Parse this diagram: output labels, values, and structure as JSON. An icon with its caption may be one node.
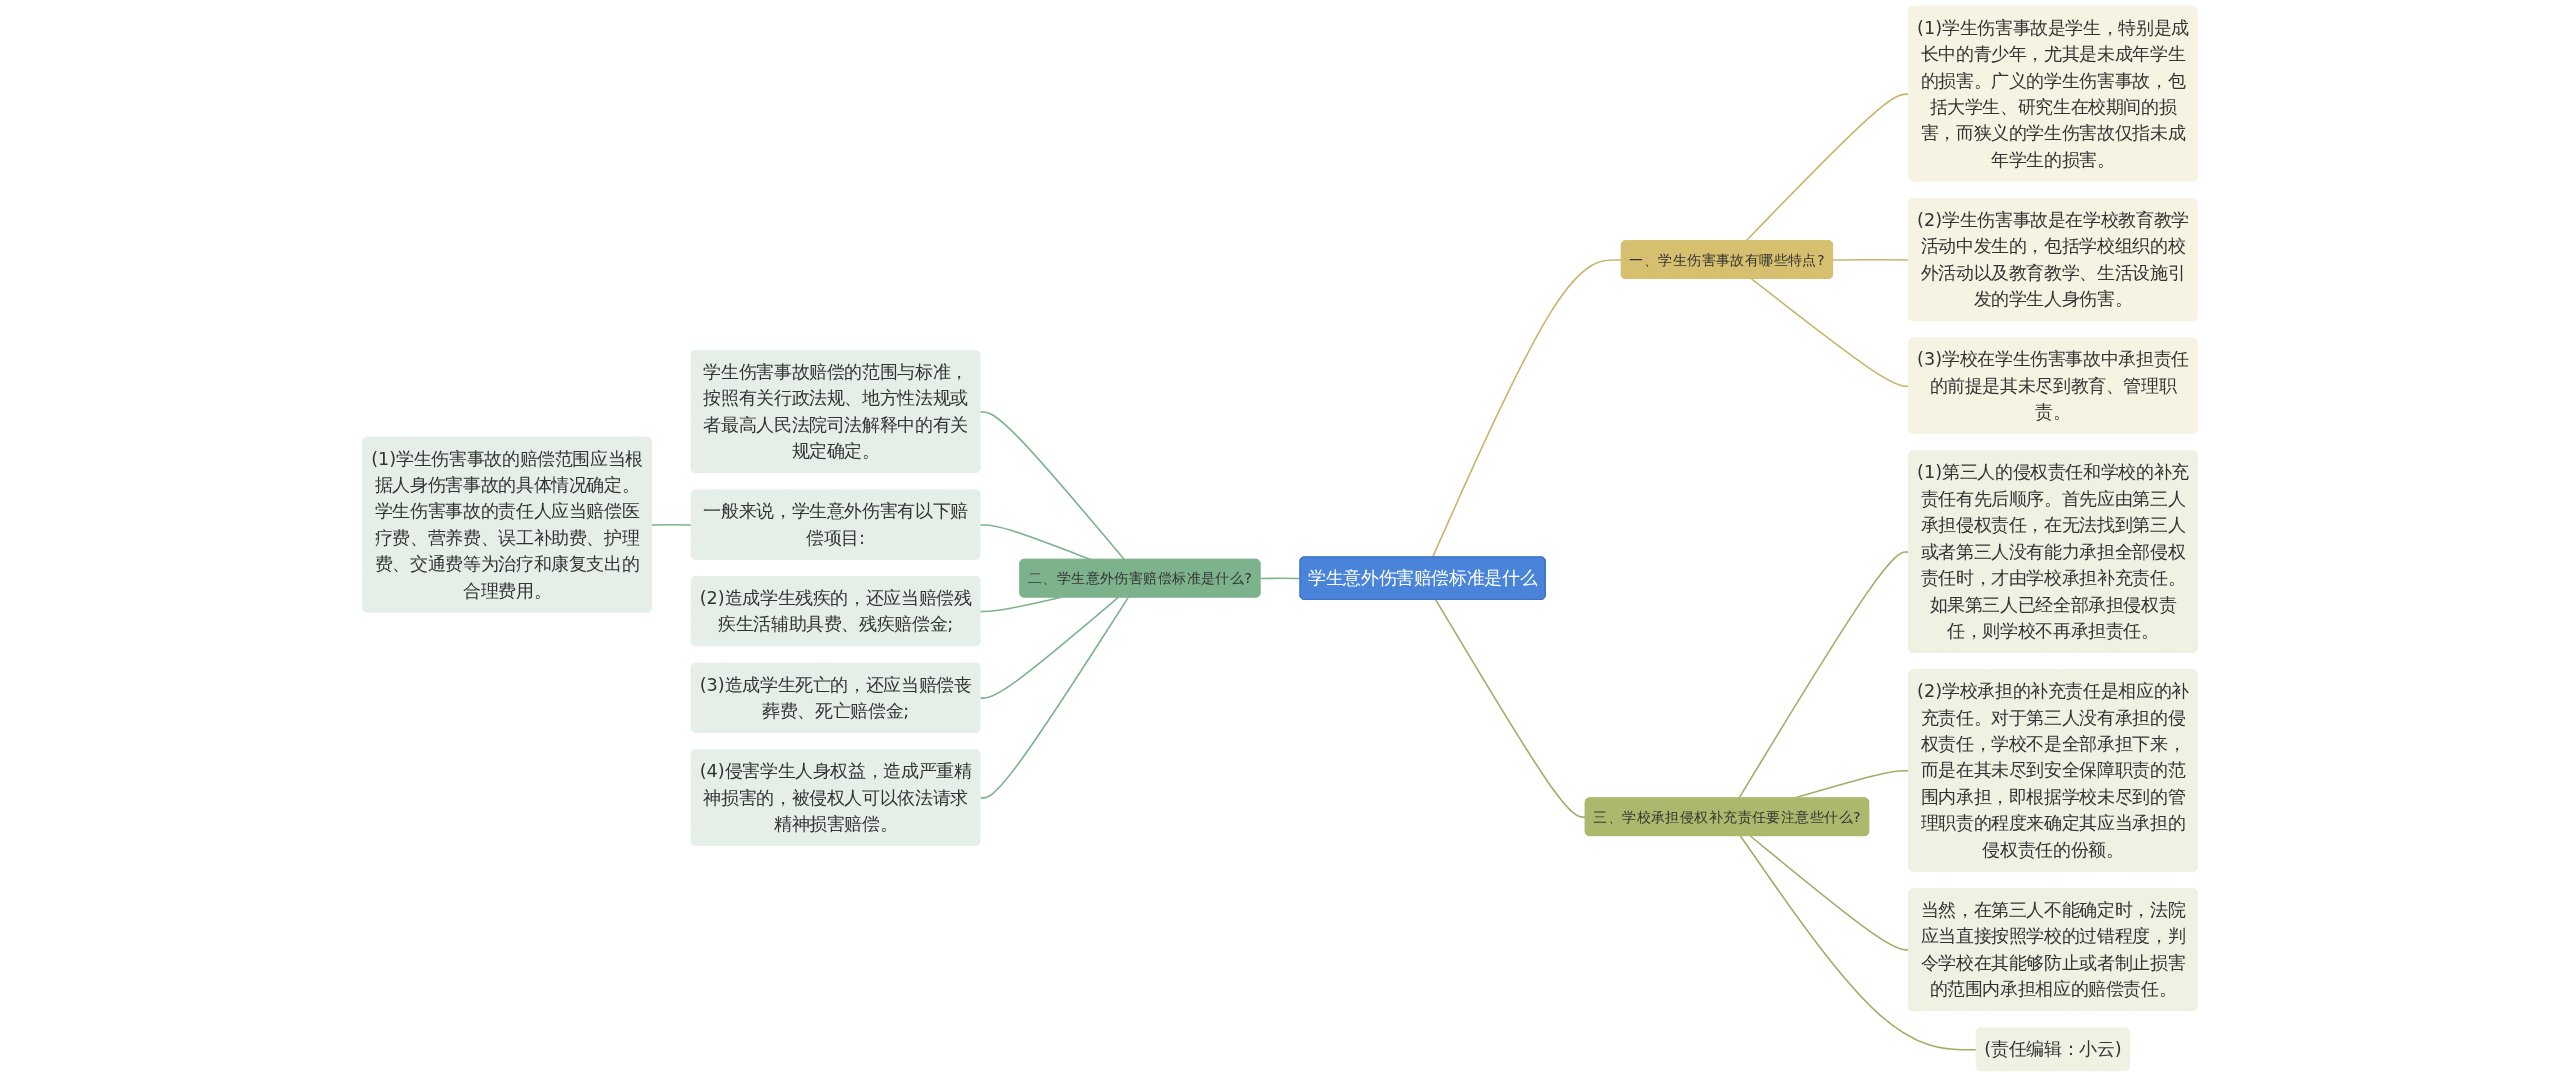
{
  "diagram": {
    "nodes": [
      {
        "text": [
          "学生意外伤害赔偿标准是什么"
        ]
      },
      {
        "text": [
          "一、学生伤害事故有哪些特点?"
        ]
      },
      {
        "text": [
          "(1)学生伤害事故是学生，特别是成长中的青少年，尤其是未成年学生的损害。广义的学生伤害事故，包括大学生、研究生在校期间的损害，而狭义的学生伤害故仅指未成年学生的损害。"
        ]
      },
      {
        "text": [
          "(2)学生伤害事故是在学校教育教学活动中发生的，包括学校组织的校外活动以及教育教学、生活设施引发的学生人身伤害。"
        ]
      },
      {
        "text": [
          "(3)学校在学生伤害事故中承担责任的前提是其未尽到教育、管理职责。"
        ]
      },
      {
        "text": [
          "二、学生意外伤害赔偿标准是什么?"
        ]
      },
      {
        "text": [
          "学生伤害事故赔偿的范围与标准，按照有关行政法规、地方性法规或者最高人民法院司法解释中的有关规定确定。"
        ]
      },
      {
        "text": [
          "一般来说，学生意外伤害有以下赔偿项目:"
        ]
      },
      {
        "text": [
          "(1)学生伤害事故的赔偿范围应当根据人身伤害事故的具体情况确定。学生伤害事故的责任人应当赔偿医疗费、营养费、误工补助费、护理费、交通费等为治疗和康复支出的合理费用。"
        ]
      },
      {
        "text": [
          "(2)造成学生残疾的，还应当赔偿残疾生活辅助具费、残疾赔偿金;"
        ]
      },
      {
        "text": [
          "(3)造成学生死亡的，还应当赔偿丧葬费、死亡赔偿金;"
        ]
      },
      {
        "text": [
          "(4)侵害学生人身权益，造成严重精神损害的，被侵权人可以依法请求精神损害赔偿。"
        ]
      },
      {
        "text": [
          "三、学校承担侵权补充责任要注意些什么?"
        ]
      },
      {
        "text": [
          "(1)第三人的侵权责任和学校的补充责任有先后顺序。首先应由第三人承担侵权责任，在无法找到第三人或者第三人没有能力承担全部侵权责任时，才由学校承担补充责任。如果第三人已经全部承担侵权责任，则学校不再承担责任。"
        ]
      },
      {
        "text": [
          "(2)学校承担的补充责任是相应的补充责任。对于第三人没有承担的侵权责任，学校不是全部承担下来，而是在其未尽到安全保障职责的范围内承担，即根据学校未尽到的管理职责的程度来确定其应当承担的侵权责任的份额。"
        ]
      },
      {
        "text": [
          "当然，在第三人不能确定时，法院应当直接按照学校的过错程度，判令学校在其能够防止或者制止损害的范围内承担相应的赔偿责任。"
        ]
      },
      {
        "text": [
          "(责任编辑：小云)"
        ]
      }
    ],
    "edges": [
      {
        "from": 0,
        "to": 1,
        "arrow": "none",
        "color": "#c9b46a"
      },
      {
        "from": 1,
        "to": 2,
        "arrow": "none",
        "color": "#c9b46a"
      },
      {
        "from": 1,
        "to": 3,
        "arrow": "none",
        "color": "#c9b46a"
      },
      {
        "from": 1,
        "to": 4,
        "arrow": "none",
        "color": "#c9b46a"
      },
      {
        "from": 5,
        "to": 0,
        "arrow": "none"
      },
      {
        "from": 6,
        "to": 5,
        "arrow": "none"
      },
      {
        "from": 7,
        "to": 5,
        "arrow": "none"
      },
      {
        "from": 8,
        "to": 7,
        "arrow": "none"
      },
      {
        "from": 9,
        "to": 5,
        "arrow": "none"
      },
      {
        "from": 10,
        "to": 5,
        "arrow": "none"
      },
      {
        "from": 11,
        "to": 5,
        "arrow": "none"
      },
      {
        "from": 0,
        "to": 12,
        "arrow": "none",
        "color": "#a4ad68"
      },
      {
        "from": 12,
        "to": 13,
        "arrow": "none",
        "color": "#a4ad68"
      },
      {
        "from": 12,
        "to": 14,
        "arrow": "none",
        "color": "#a4ad68"
      },
      {
        "from": 12,
        "to": 15,
        "arrow": "none",
        "color": "#a4ad68"
      },
      {
        "from": 12,
        "to": 16,
        "arrow": "none",
        "color": "#a4ad68"
      }
    ]
  }
}
